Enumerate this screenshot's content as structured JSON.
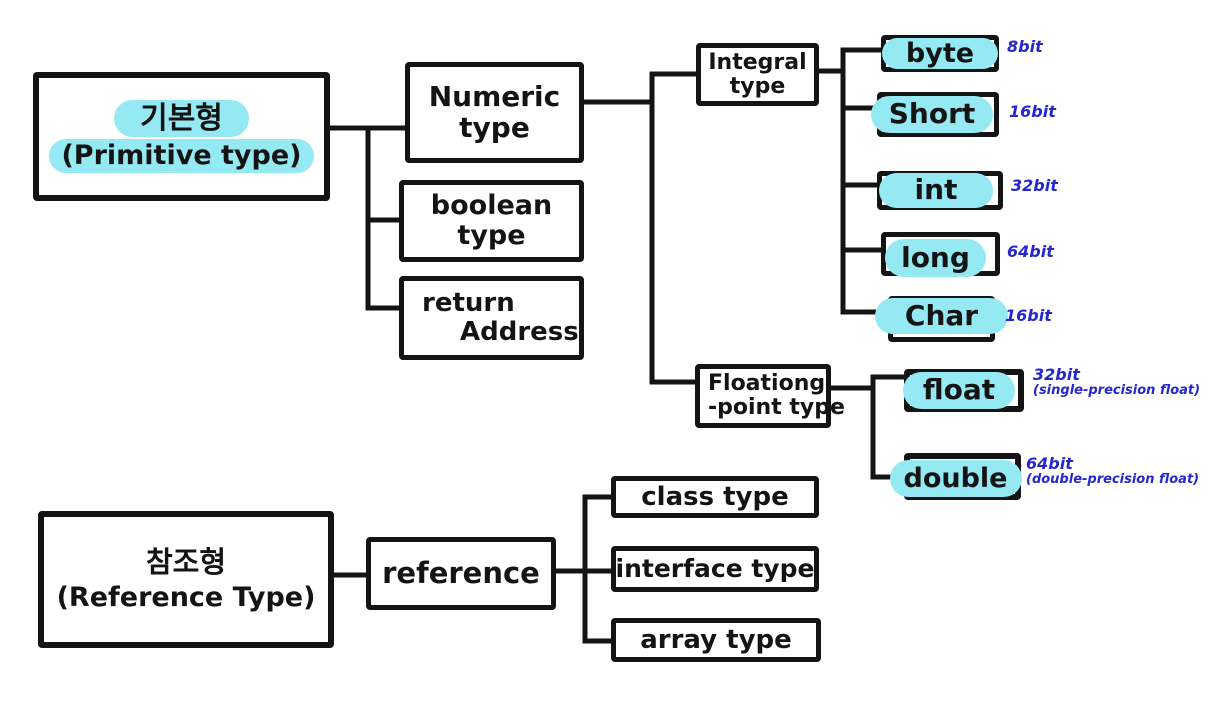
{
  "colors": {
    "ink": "#141414",
    "highlight": "#94e9f2",
    "annotation_ink": "#2528cc"
  },
  "nodes": {
    "primitive": {
      "line1": "기본형",
      "line2": "(Primitive type)"
    },
    "numeric": {
      "line1": "Numeric",
      "line2": "type"
    },
    "boolean": {
      "line1": "boolean",
      "line2": "type"
    },
    "return_address": {
      "line1": "return",
      "line2": "Address"
    },
    "integral": {
      "line1": "Integral",
      "line2": "type"
    },
    "byte": {
      "label": "byte",
      "annotation": "8bit"
    },
    "short": {
      "label": "Short",
      "annotation": "16bit"
    },
    "int": {
      "label": "int",
      "annotation": "32bit"
    },
    "long": {
      "label": "long",
      "annotation": "64bit"
    },
    "char": {
      "label": "Char",
      "annotation": "16bit"
    },
    "floating": {
      "line1": "Floationg",
      "line2": "-point type"
    },
    "float": {
      "label": "float",
      "annotation": "32bit",
      "annotation_detail": "(single-precision float)"
    },
    "double": {
      "label": "double",
      "annotation": "64bit",
      "annotation_detail": "(double-precision float)"
    },
    "reference_kr": {
      "line1": "참조형",
      "line2": "(Reference Type)"
    },
    "reference": {
      "label": "reference"
    },
    "class_type": {
      "label": "class type"
    },
    "interface_type": {
      "label": "interface type"
    },
    "array_type": {
      "label": "array type"
    }
  }
}
